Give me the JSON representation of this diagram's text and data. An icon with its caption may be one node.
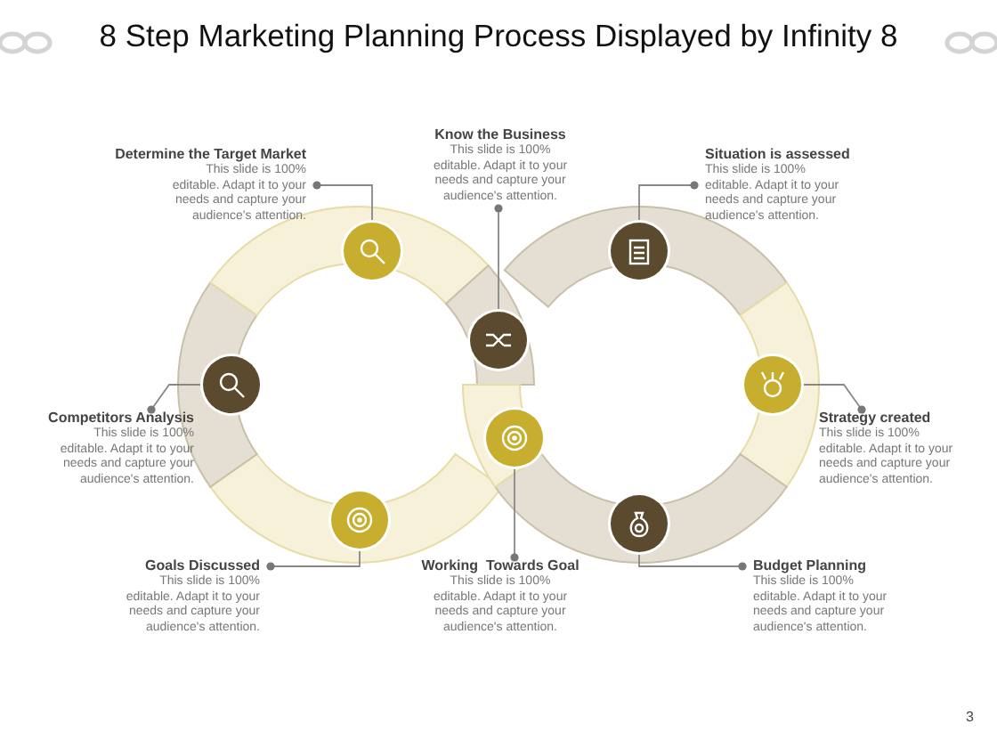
{
  "diagram": {
    "title": "8 Step Marketing Planning Process Displayed by Infinity 8",
    "nodes": [
      {
        "text": [
          "Determine the Target Market",
          "This slide is 100% editable. Adapt it to your needs and capture your audience's attention."
        ]
      },
      {
        "text": [
          "Know the Business",
          "This slide is 100% editable. Adapt it to your needs and capture your audience's attention."
        ]
      },
      {
        "text": [
          "Situation is assessed",
          "This slide is 100% editable. Adapt it to your needs and capture your audience's attention."
        ]
      },
      {
        "text": [
          "Competitors Analysis",
          "This slide is 100% editable. Adapt it to your needs and capture your audience's attention."
        ]
      },
      {
        "text": [
          "Strategy created",
          "This slide is 100% editable. Adapt it to your needs and capture your audience's attention."
        ]
      },
      {
        "text": [
          "Goals Discussed",
          "This slide is 100% editable. Adapt it to your needs and capture your audience's attention."
        ]
      },
      {
        "text": [
          "Working  Towards Goal",
          "This slide is 100% editable. Adapt it to your needs and capture your audience's attention."
        ]
      },
      {
        "text": [
          "Budget Planning",
          "This slide is 100% editable. Adapt it to your needs and capture your audience's attention."
        ]
      },
      {
        "text": [],
        "shape": "circle"
      },
      {
        "text": [],
        "shape": "circle"
      },
      {
        "text": [],
        "shape": "circle"
      },
      {
        "text": [],
        "shape": "circle"
      },
      {
        "text": [],
        "shape": "circle"
      },
      {
        "text": [],
        "shape": "circle"
      },
      {
        "text": [],
        "shape": "circle"
      },
      {
        "text": [],
        "shape": "circle"
      }
    ],
    "edges": [
      {
        "from": 0,
        "to": 8,
        "arrow": "other"
      },
      {
        "from": 1,
        "to": 9,
        "arrow": "other"
      },
      {
        "from": 2,
        "to": 10,
        "arrow": "other"
      },
      {
        "from": 3,
        "to": 11,
        "arrow": "other"
      },
      {
        "from": 4,
        "to": 12,
        "arrow": "other"
      },
      {
        "from": 5,
        "to": 13,
        "arrow": "other"
      },
      {
        "from": 6,
        "to": 14,
        "arrow": "other"
      },
      {
        "from": 7,
        "to": 15,
        "arrow": "other"
      }
    ],
    "labels": [
      "3"
    ]
  }
}
